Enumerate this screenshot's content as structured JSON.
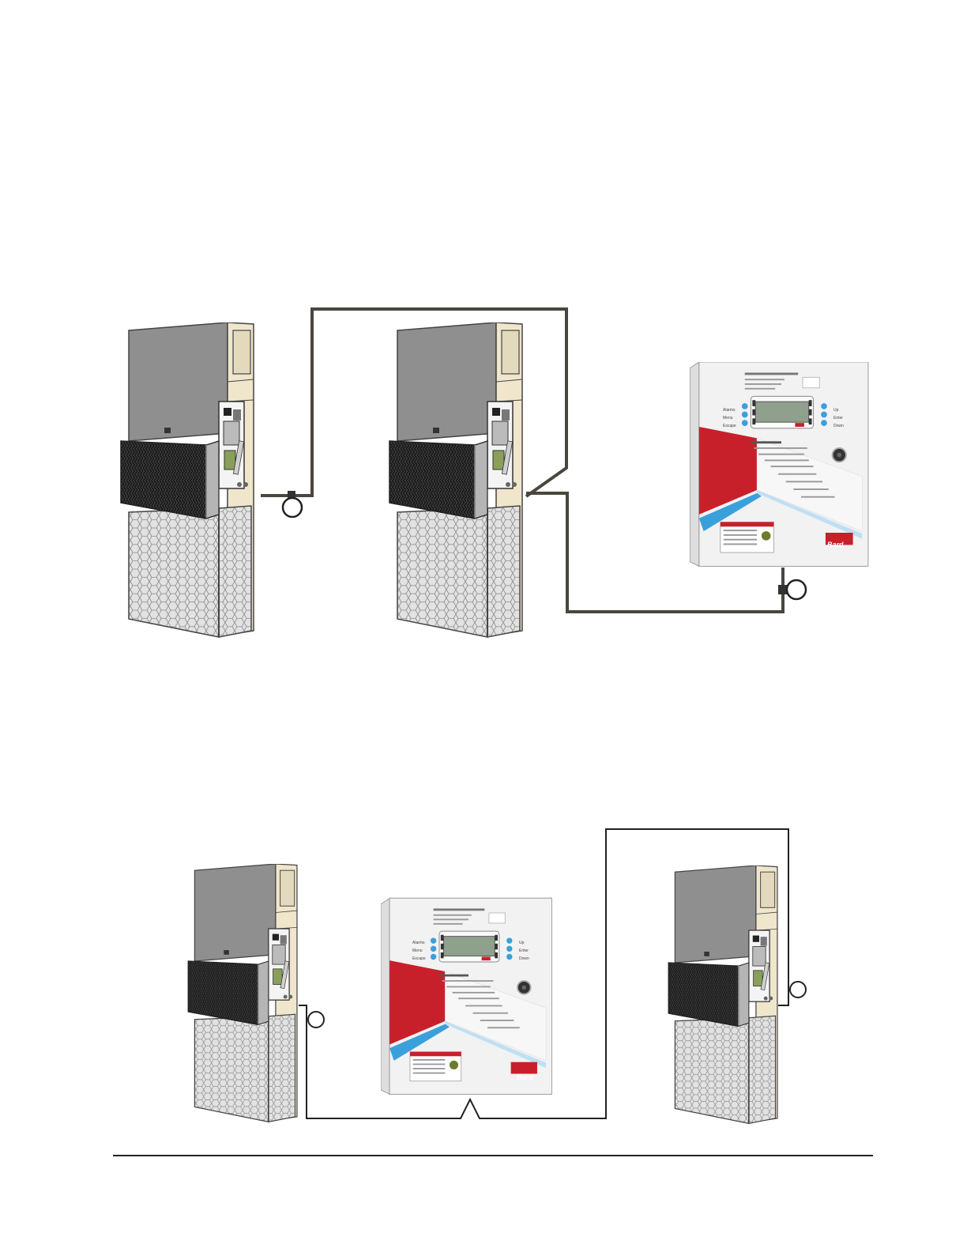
{
  "colors": {
    "wire": "#4a463e",
    "wire_thin": "#222222",
    "cabinet_dark": "#8f8f8f",
    "cabinet_beige": "#efe6cc",
    "grille": "#2a2a2a",
    "hex_panel": "#dcdcdc",
    "controller_body": "#ececec",
    "controller_red": "#c8202a",
    "controller_blue": "#3aa0dc",
    "lcd": "#8fa08c"
  },
  "controller": {
    "brand": "Bard",
    "left_buttons": [
      "Alarms",
      "Menu",
      "Escape"
    ],
    "right_buttons": [
      "Up",
      "Enter",
      "Down"
    ]
  },
  "icons": [
    "wall-mount-unit-icon",
    "controller-panel-icon",
    "connector-circle-icon"
  ]
}
